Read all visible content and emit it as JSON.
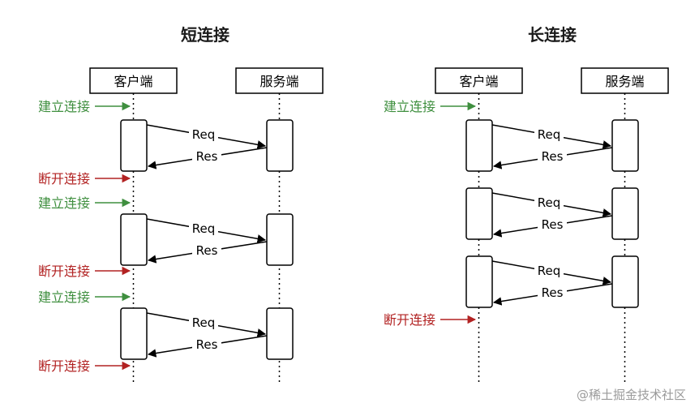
{
  "watermark": "@稀土掘金技术社区",
  "colors": {
    "connect": "#3f8f3f",
    "disconnect": "#b22222",
    "line": "#000000",
    "lifeline": "#000000"
  },
  "diagrams": [
    {
      "title": "短连接",
      "client_label": "客户端",
      "server_label": "服务端",
      "connect_label": "建立连接",
      "disconnect_label": "断开连接",
      "request_label": "Req",
      "response_label": "Res",
      "exchanges": 3,
      "connection_mode": "per-request"
    },
    {
      "title": "长连接",
      "client_label": "客户端",
      "server_label": "服务端",
      "connect_label": "建立连接",
      "disconnect_label": "断开连接",
      "request_label": "Req",
      "response_label": "Res",
      "exchanges": 3,
      "connection_mode": "persistent"
    }
  ]
}
